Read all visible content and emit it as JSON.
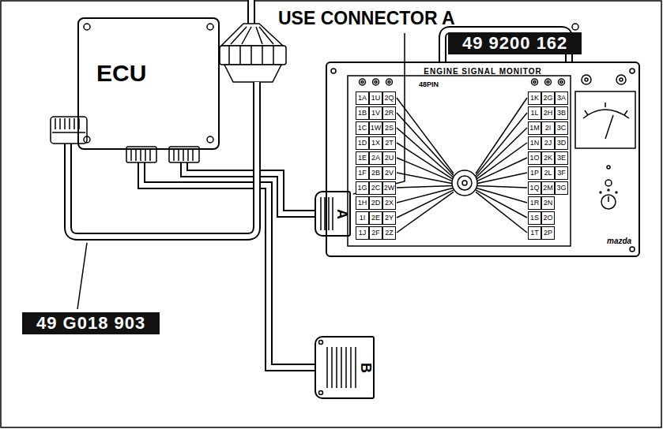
{
  "diagram": {
    "nodes": [
      {
        "text": [
          "ECU"
        ]
      },
      {
        "text": [
          "49 9200 162"
        ]
      },
      {
        "text": [
          "ENGINE SIGNAL MONITOR",
          "48PIN"
        ]
      },
      {
        "text": [
          "A"
        ]
      },
      {
        "text": [
          "49 G018 903"
        ]
      },
      {
        "text": [
          "B"
        ]
      }
    ],
    "edges": [
      {
        "from": 0,
        "to": 3,
        "arrow": "none"
      },
      {
        "from": 0,
        "to": 5,
        "arrow": "none"
      }
    ],
    "labels": [
      "USE CONNECTOR A",
      "1A",
      "1U",
      "2Q",
      "1B",
      "1V",
      "2R",
      "1C",
      "1W",
      "2S",
      "1D",
      "1X",
      "2T",
      "1E",
      "2A",
      "2U",
      "1F",
      "2B",
      "2V",
      "1G",
      "2C",
      "2W",
      "1H",
      "2D",
      "2X",
      "1I",
      "2E",
      "2Y",
      "1J",
      "2F",
      "2Z",
      "1K",
      "2G",
      "3A",
      "1L",
      "2H",
      "3B",
      "1M",
      "2I",
      "3C",
      "1N",
      "2J",
      "3D",
      "1O",
      "2K",
      "3E",
      "1P",
      "2L",
      "3F",
      "1Q",
      "2M",
      "3G",
      "1R",
      "2N",
      "1S",
      "2O",
      "1T",
      "2P",
      "mazda"
    ]
  }
}
